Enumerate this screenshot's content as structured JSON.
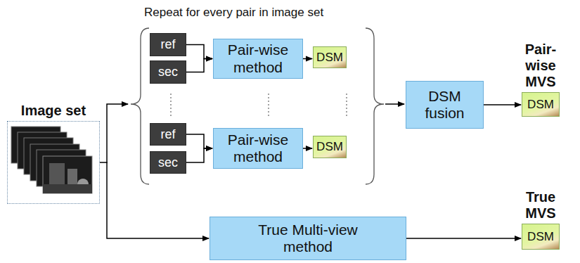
{
  "diagram": {
    "nodes": [
      {
        "text": [
          "Image set"
        ]
      },
      {
        "text": [
          "ref"
        ]
      },
      {
        "text": [
          "sec"
        ]
      },
      {
        "text": [
          "Pair-wise method"
        ]
      },
      {
        "text": [
          "DSM"
        ]
      },
      {
        "text": [
          "ref"
        ]
      },
      {
        "text": [
          "sec"
        ]
      },
      {
        "text": [
          "Pair-wise method"
        ]
      },
      {
        "text": [
          "DSM"
        ]
      },
      {
        "text": [
          "DSM fusion"
        ]
      },
      {
        "text": [
          "Pair-wise MVS",
          "DSM"
        ]
      },
      {
        "text": [
          "True Multi-view method"
        ]
      },
      {
        "text": [
          "True MVS",
          "DSM"
        ]
      }
    ],
    "edges": [
      {
        "from": 1,
        "to": 3,
        "arrow": "to"
      },
      {
        "from": 2,
        "to": 3,
        "arrow": "to"
      },
      {
        "from": 3,
        "to": 4,
        "arrow": "to"
      },
      {
        "from": 5,
        "to": 7,
        "arrow": "to"
      },
      {
        "from": 6,
        "to": 7,
        "arrow": "to"
      },
      {
        "from": 7,
        "to": 8,
        "arrow": "to"
      },
      {
        "from": 9,
        "to": 10,
        "arrow": "to"
      },
      {
        "from": 0,
        "to": 11,
        "arrow": "to"
      },
      {
        "from": 11,
        "to": 12,
        "arrow": "to"
      }
    ],
    "labels": [
      "Repeat for every pair in image set"
    ]
  }
}
